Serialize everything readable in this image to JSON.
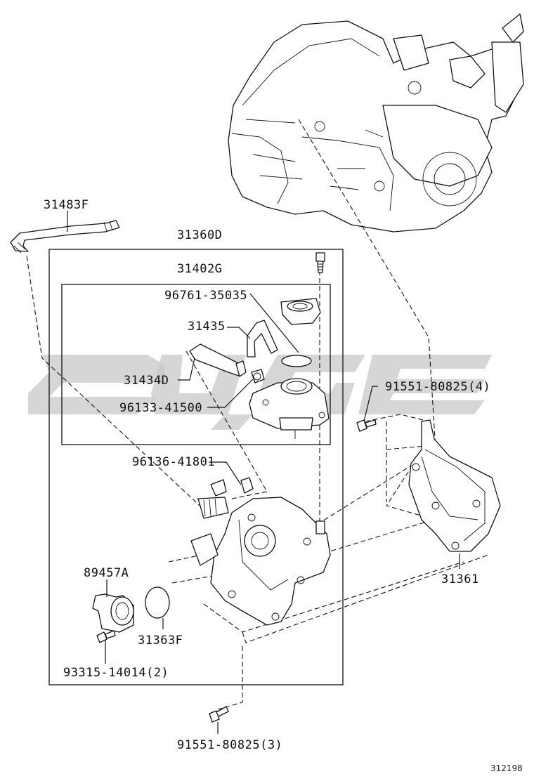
{
  "diagram": {
    "drawing_number": "312198",
    "labels": {
      "hose_tube": "31483F",
      "master_assembly": "31360D",
      "sub_assembly": "31402G",
      "o_ring_top": "96761-35035",
      "hose": "31435",
      "hose_short": "31434D",
      "clip": "96133-41500",
      "union": "96136-41801",
      "bolt_4": "91551-80825(4)",
      "sensor": "89457A",
      "o_ring_gasket": "31363F",
      "screw_2": "93315-14014(2)",
      "bolt_3": "91551-80825(3)",
      "bracket": "31361"
    }
  }
}
